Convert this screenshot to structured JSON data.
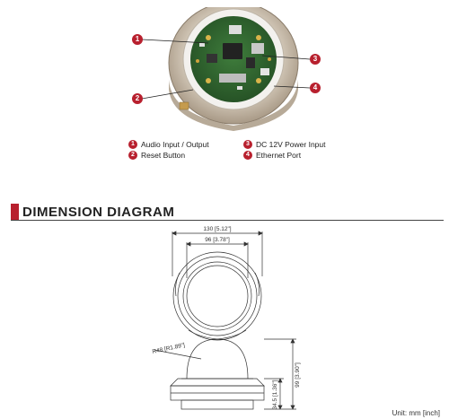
{
  "callouts": [
    {
      "num": "1",
      "label": "Audio Input / Output"
    },
    {
      "num": "2",
      "label": "Reset Button"
    },
    {
      "num": "3",
      "label": "DC 12V Power Input"
    },
    {
      "num": "4",
      "label": "Ethernet Port"
    }
  ],
  "section": {
    "title": "DIMENSION DIAGRAM"
  },
  "dimensions": {
    "width_outer": "130 [5.12\"]",
    "width_inner": "96 [3.78\"]",
    "radius": "R48 [R1.89\"]",
    "height_total": "99 [3.90\"]",
    "height_base": "34.5 [1.36\"]"
  },
  "unit_note": "Unit: mm [inch]",
  "colors": {
    "accent": "#b8202e"
  }
}
